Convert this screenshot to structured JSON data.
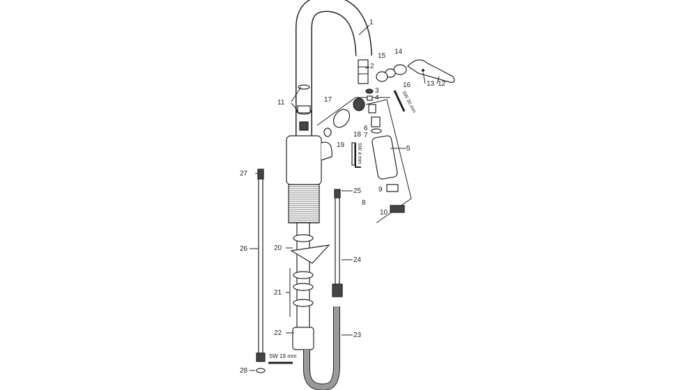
{
  "labels": {
    "p1": "1",
    "p2": "2",
    "p3": "3",
    "p4": "4",
    "p5": "5",
    "p6": "6",
    "p7": "7",
    "p8": "8",
    "p9": "9",
    "p10": "10",
    "p11": "11",
    "p12": "12",
    "p13": "13",
    "p14": "14",
    "p15": "15",
    "p16": "16",
    "p17": "17",
    "p18": "18",
    "p19": "19",
    "p20": "20",
    "p21": "21",
    "p22": "22",
    "p23": "23",
    "p24": "24",
    "p25": "25",
    "p26": "26",
    "p27": "27",
    "p28": "28"
  },
  "tools": {
    "sw30": "SW 30 mm",
    "sw4": "SW 4 mm",
    "sw19": "SW 19 mm"
  },
  "colors": {
    "line": "#222222",
    "hose": "#9a9a9a",
    "background": "#ffffff"
  }
}
